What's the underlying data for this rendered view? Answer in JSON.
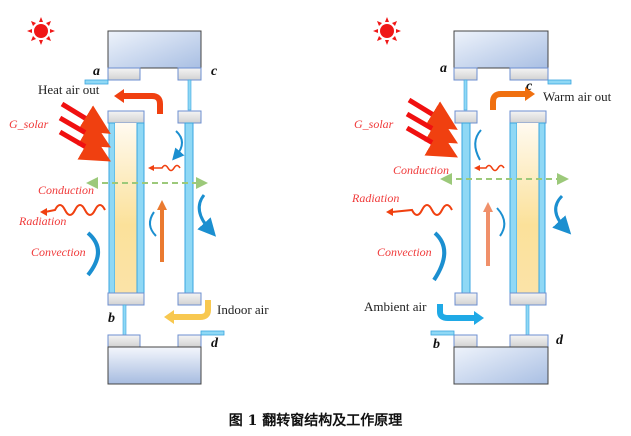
{
  "caption": "图 1 翻转窗结构及工作原理",
  "left_panel": {
    "mode": "summer / heat exhaust",
    "corner_labels": {
      "a": "a",
      "b": "b",
      "c": "c",
      "d": "d"
    },
    "flow_labels": {
      "outlet": "Heat air out",
      "inlet": "Indoor air"
    },
    "heat_labels": {
      "solar": "G_solar",
      "conduction": "Conduction",
      "radiation": "Radiation",
      "convection": "Convection"
    }
  },
  "right_panel": {
    "mode": "winter / warm air supply",
    "corner_labels": {
      "a": "a",
      "b": "b",
      "c": "c",
      "d": "d"
    },
    "flow_labels": {
      "outlet": "Warm air out",
      "inlet": "Ambient air"
    },
    "heat_labels": {
      "solar": "G_solar",
      "conduction": "Conduction",
      "radiation": "Radiation",
      "convection": "Convection"
    }
  },
  "icons": {
    "sun": "sun-icon"
  },
  "colors": {
    "sun": "#f01818",
    "glass": "#8fd8f5",
    "glass_edge": "#3aa6e0",
    "absorber": "#fbe3a0",
    "frame": "#cfd8ea",
    "hot_arrow": "#f04010",
    "indoor_arrow": "#f8c850",
    "ambient_arrow": "#1fa9e6",
    "convection": "#1b8fd0",
    "conduction": "#9cc97a",
    "label_red": "#f03a3a"
  }
}
